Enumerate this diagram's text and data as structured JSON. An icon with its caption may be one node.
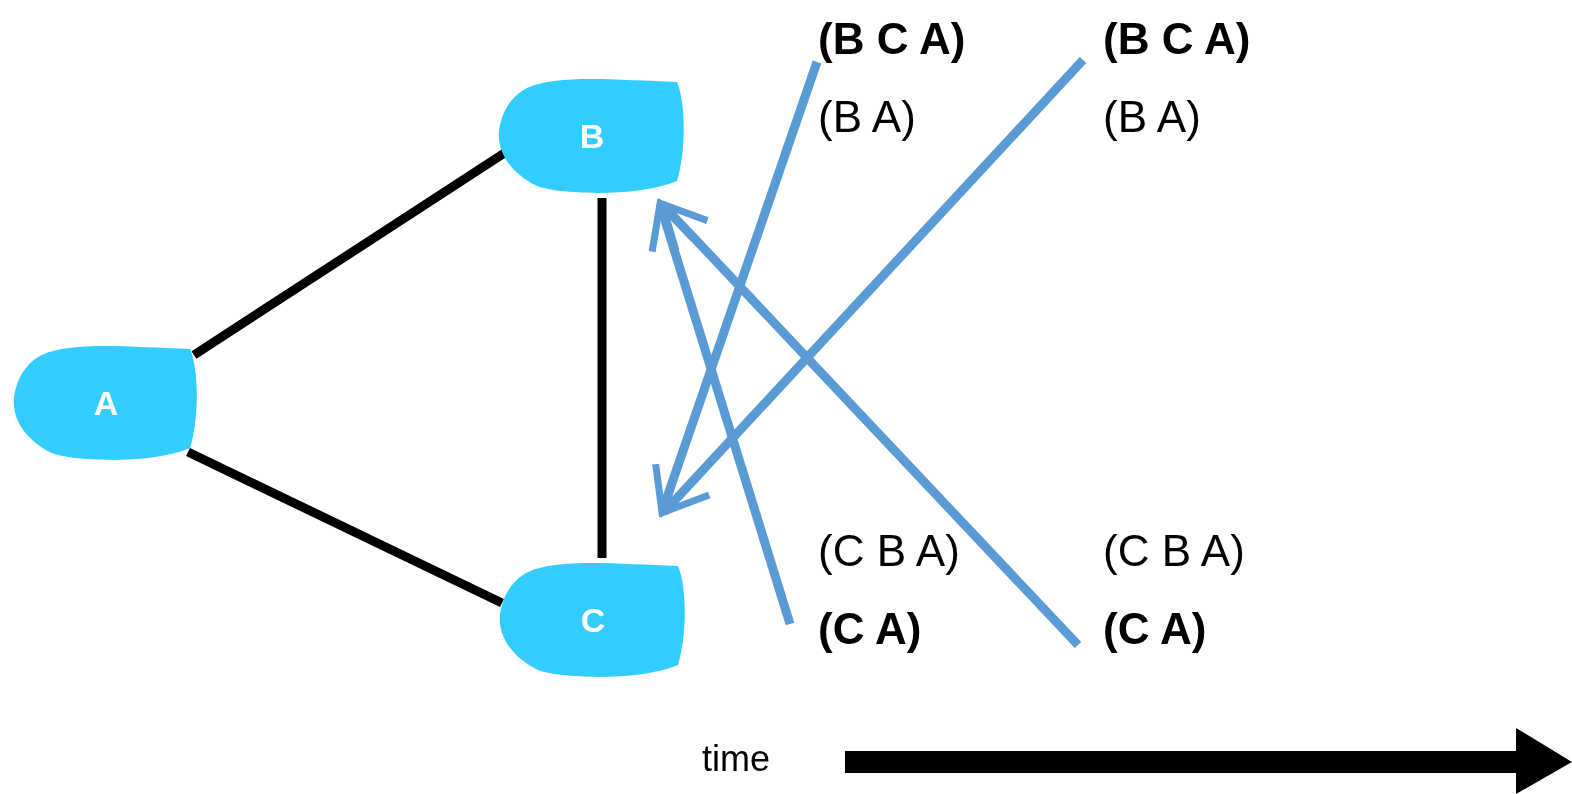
{
  "diagram": {
    "nodes": [
      {
        "text": [
          "A"
        ]
      },
      {
        "text": [
          "B"
        ]
      },
      {
        "text": [
          "C"
        ]
      },
      {
        "text": [
          "(B C A)",
          "(B A)"
        ]
      },
      {
        "text": [
          "(B C A)",
          "(B A)"
        ]
      },
      {
        "text": [
          "(C B A)",
          "(C A)"
        ]
      },
      {
        "text": [
          "(C B A)",
          "(C A)"
        ]
      }
    ],
    "edges": [
      {
        "from": 0,
        "to": 1,
        "arrow": "none",
        "color": "#000000"
      },
      {
        "from": 0,
        "to": 2,
        "arrow": "none",
        "color": "#000000"
      },
      {
        "from": 1,
        "to": 2,
        "arrow": "none",
        "color": "#000000"
      },
      {
        "from": 3,
        "to": 2,
        "arrow": "to",
        "color": "#5b9bd5"
      },
      {
        "from": 4,
        "to": 2,
        "arrow": "to",
        "color": "#5b9bd5"
      },
      {
        "from": 5,
        "to": 1,
        "arrow": "to",
        "color": "#5b9bd5"
      },
      {
        "from": 6,
        "to": 1,
        "arrow": "to",
        "color": "#5b9bd5"
      }
    ],
    "labels": [
      "time"
    ]
  }
}
